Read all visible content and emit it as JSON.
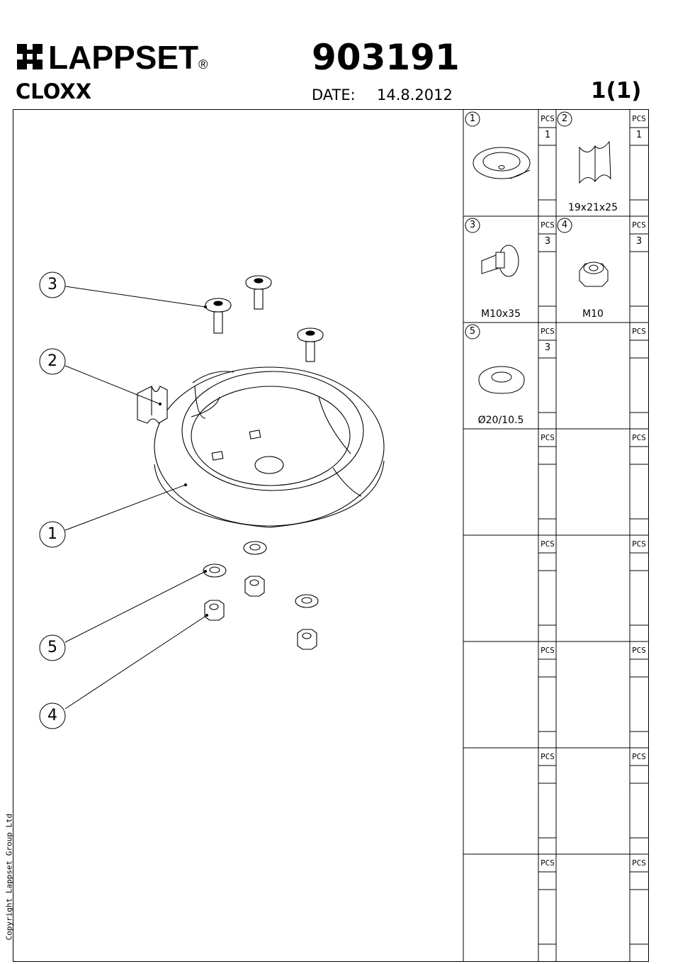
{
  "header": {
    "brand": "LAPPSET",
    "brand_mark": "®",
    "product": "CLOXX",
    "part_number": "903191",
    "date_label": "DATE:",
    "date_value": "14.8.2012",
    "page": "1(1)"
  },
  "copyright": "Copyright Lappset Group Ltd",
  "callouts": [
    {
      "num": "3"
    },
    {
      "num": "2"
    },
    {
      "num": "1"
    },
    {
      "num": "5"
    },
    {
      "num": "4"
    }
  ],
  "parts": [
    {
      "num": "1",
      "pcs_label": "PCS",
      "qty": "1",
      "label": ""
    },
    {
      "num": "2",
      "pcs_label": "PCS",
      "qty": "1",
      "label": "19x21x25"
    },
    {
      "num": "3",
      "pcs_label": "PCS",
      "qty": "3",
      "label": "M10x35"
    },
    {
      "num": "4",
      "pcs_label": "PCS",
      "qty": "3",
      "label": "M10"
    },
    {
      "num": "5",
      "pcs_label": "PCS",
      "qty": "3",
      "label": "Ø20/10.5"
    }
  ],
  "empty_pcs_label": "PCS",
  "colors": {
    "ink": "#000000",
    "paper": "#ffffff"
  }
}
